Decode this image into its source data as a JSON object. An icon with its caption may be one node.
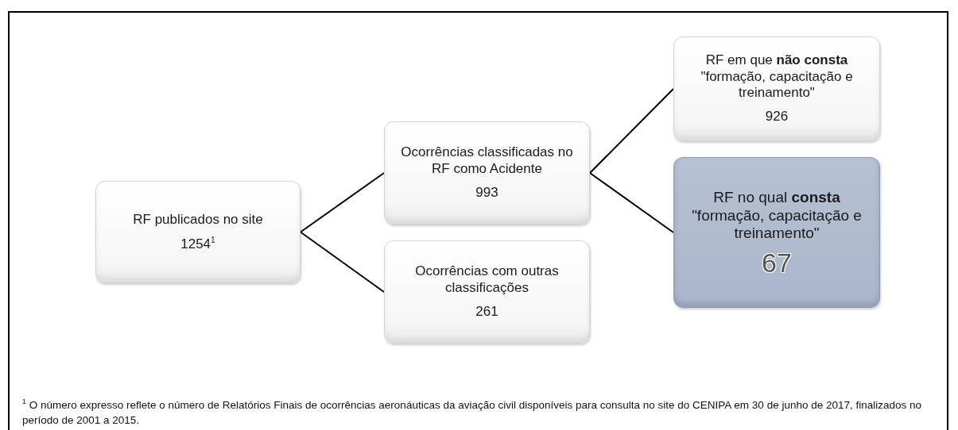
{
  "diagram": {
    "nodes": [
      {
        "text": [
          "RF publicados no site",
          "1254$^{1}$"
        ]
      },
      {
        "text": [
          "Ocorrências classificadas no RF como Acidente",
          "993"
        ]
      },
      {
        "text": [
          "Ocorrências com outras classificações",
          "261"
        ]
      },
      {
        "text": [
          "RF em que **não consta** \"formação, capacitação e treinamento\"",
          "926"
        ]
      },
      {
        "text": [
          "RF no qual **consta** \"formação, capacitação e treinamento\"",
          "67"
        ]
      }
    ],
    "edges": [
      {
        "from": 0,
        "to": 1,
        "arrow": "none"
      },
      {
        "from": 0,
        "to": 2,
        "arrow": "none"
      },
      {
        "from": 1,
        "to": 3,
        "arrow": "none"
      },
      {
        "from": 1,
        "to": 4,
        "arrow": "none"
      }
    ],
    "labels": [
      "$^{1}$ O número expresso reflete o número de Relatórios Finais de ocorrências aeronáuticas da aviação civil disponíveis para consulta no site do CENIPA em 30 de junho de 2017, finalizados no período de 2001 a 2015."
    ]
  }
}
